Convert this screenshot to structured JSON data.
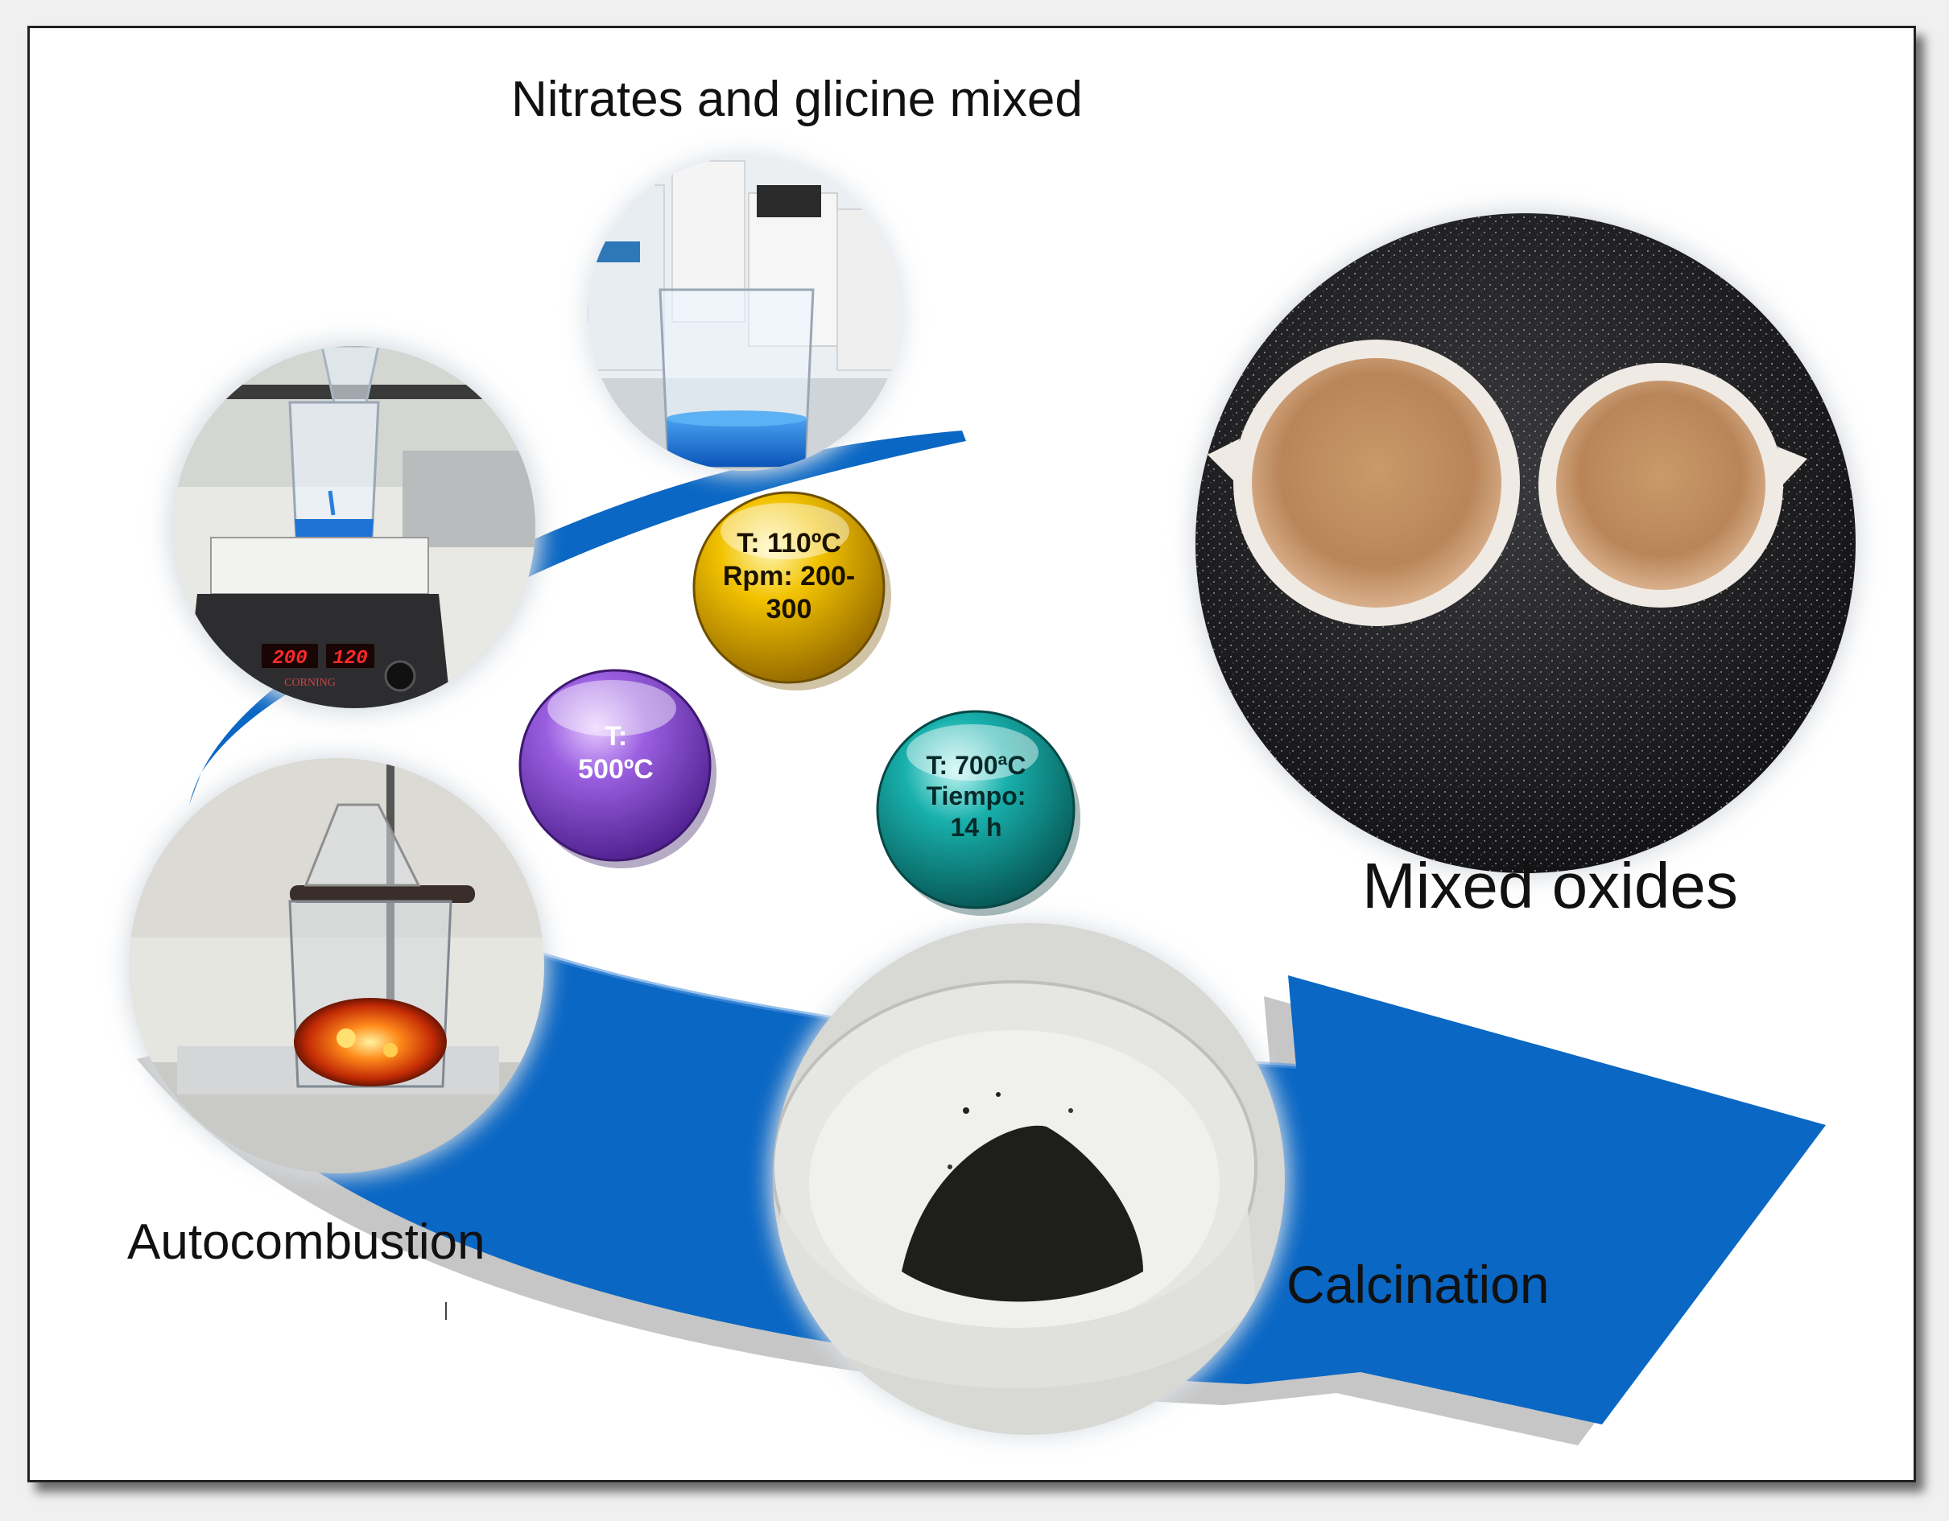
{
  "title": "Nitrates and glicine mixed",
  "steps": {
    "autocombustion": "Autocombustion",
    "calcination": "Calcination",
    "mixed_oxides": "Mixed oxides"
  },
  "conditions": {
    "stirring": {
      "line1": "T: 110ºC",
      "line2": "Rpm: 200-",
      "line3": "300",
      "color": "#e8b400"
    },
    "combustion": {
      "line1": "T:",
      "line2": "500ºC",
      "color": "#8a4fcf"
    },
    "calcination": {
      "line1": "T: 700ªC",
      "line2": "Tiempo:",
      "line3": "14 h",
      "color": "#0f9c9a"
    }
  },
  "hotplate_display": {
    "left": "200",
    "right": "120",
    "brand": "CORNING"
  },
  "arrow_color": "#0a67c4"
}
